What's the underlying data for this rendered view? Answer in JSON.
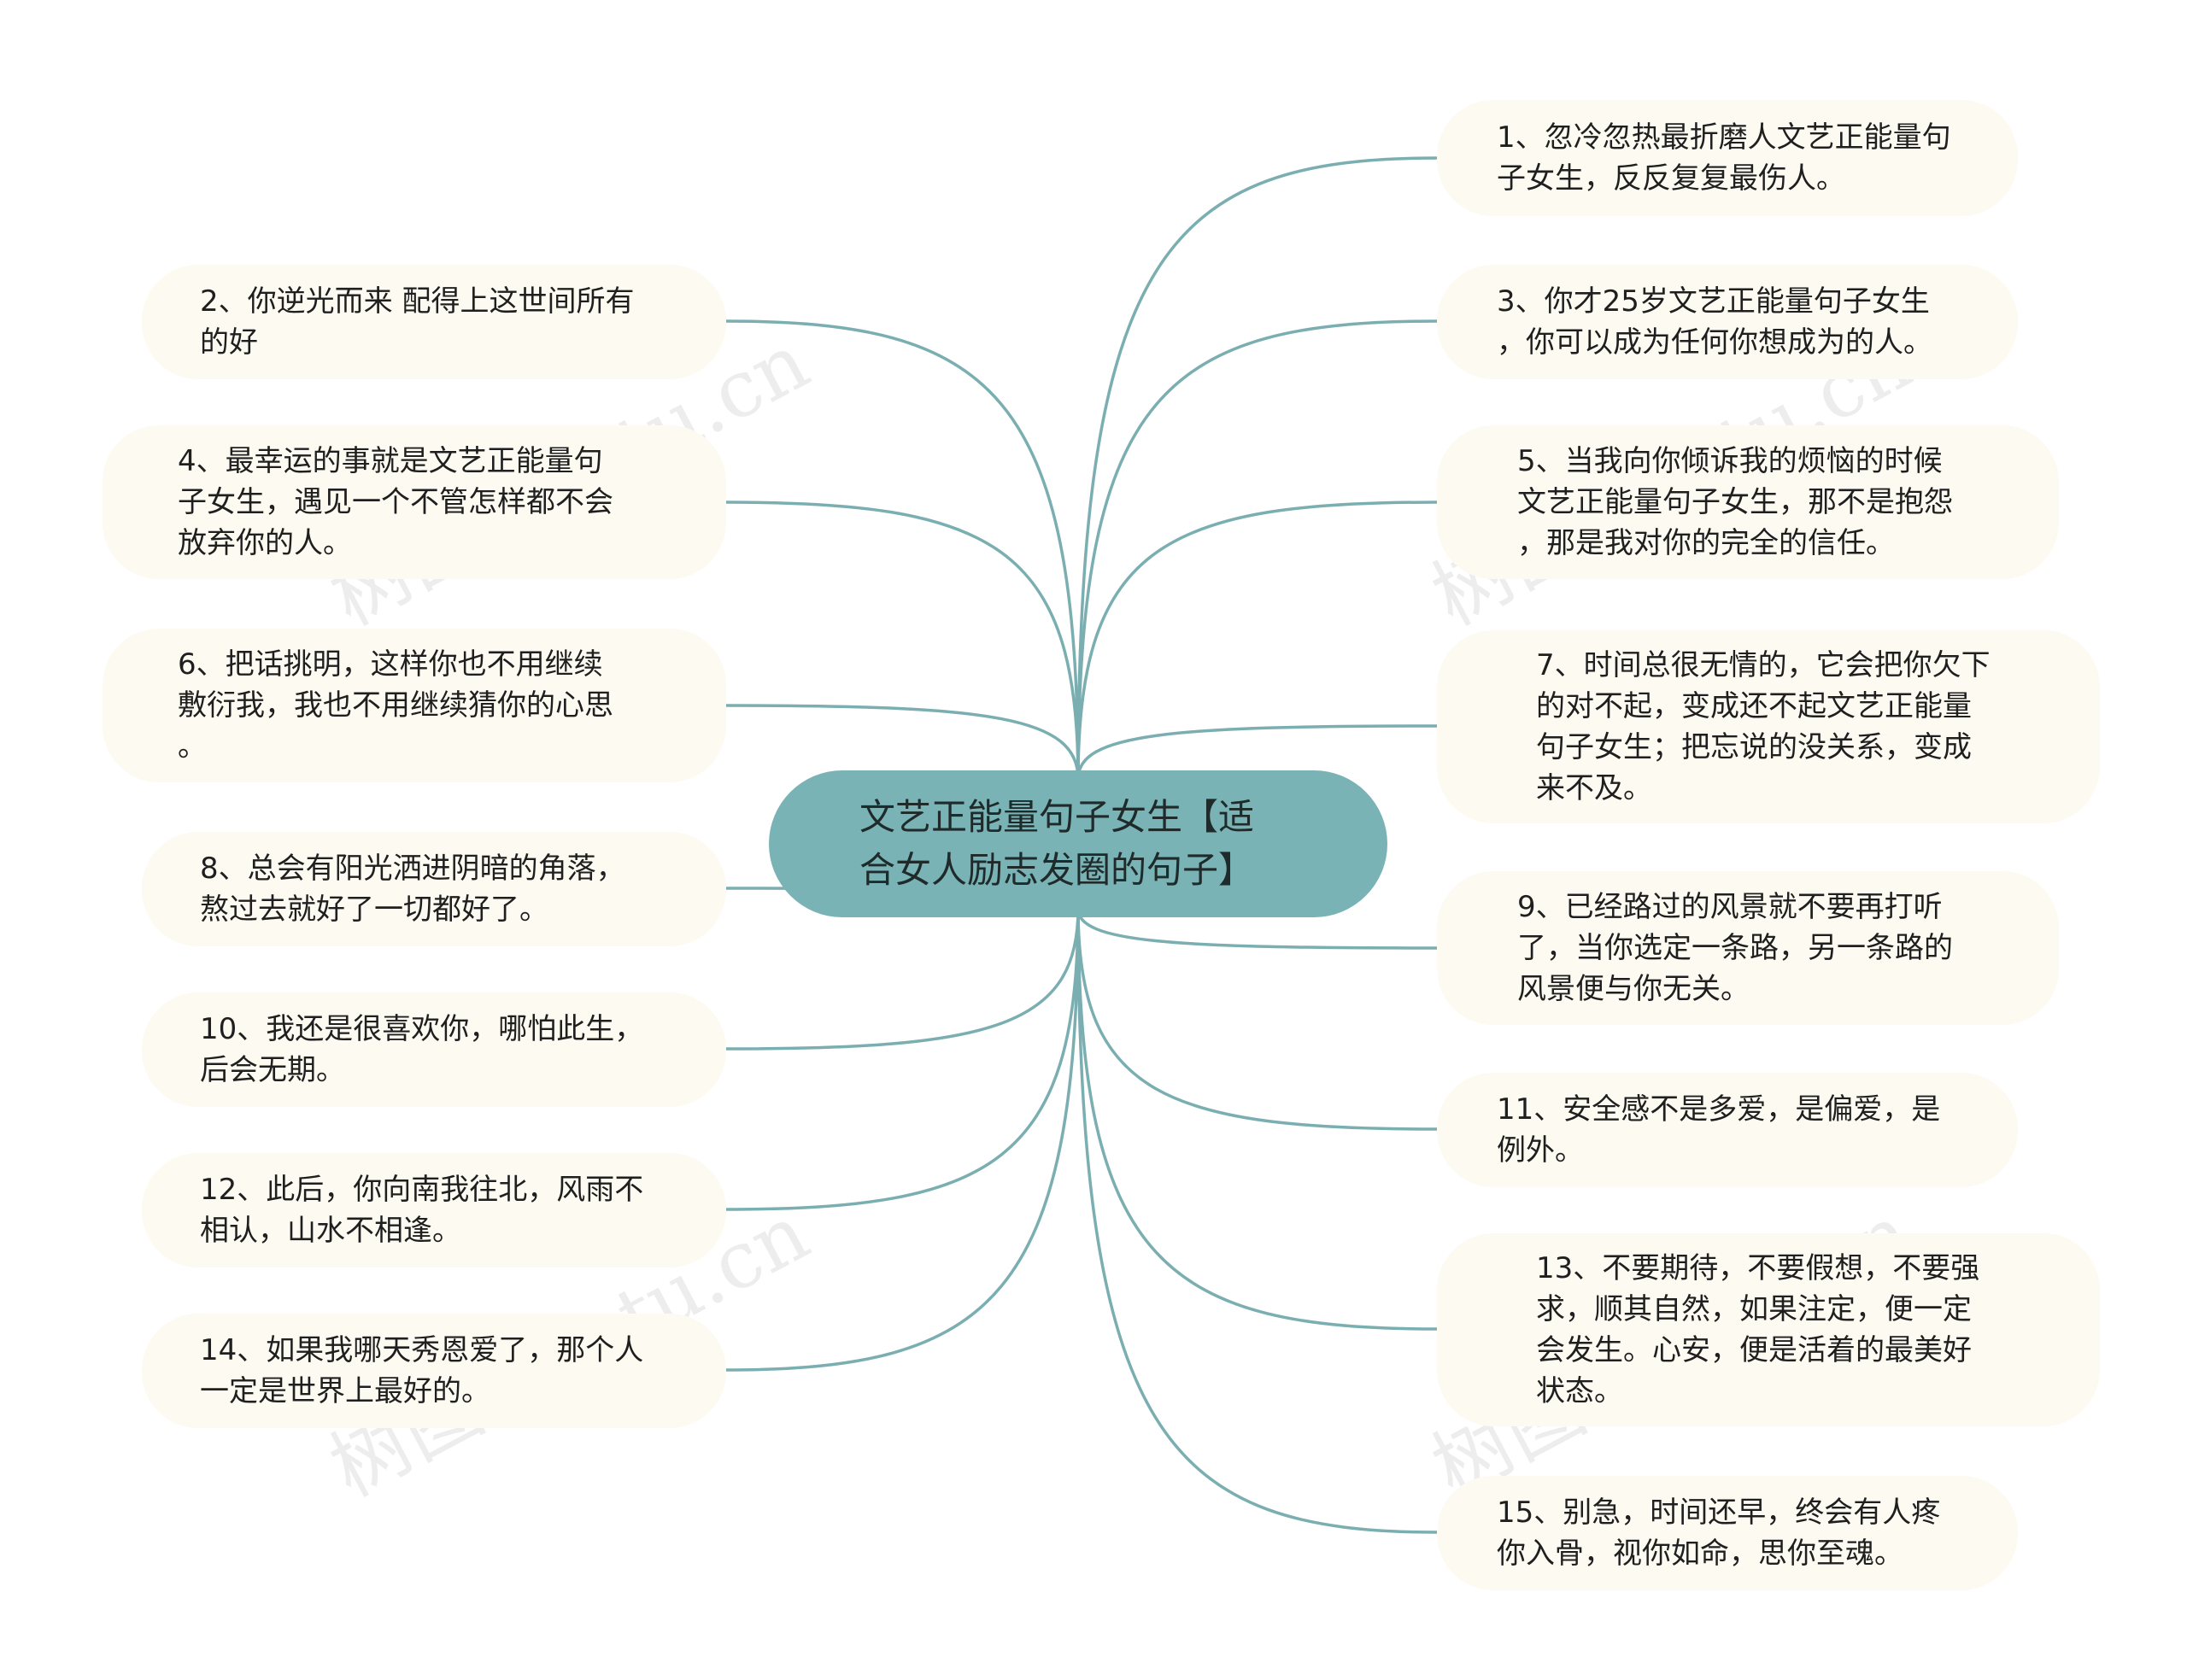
{
  "colors": {
    "background": "#ffffff",
    "center_fill": "#7ab3b5",
    "node_fill": "#fdfaf1",
    "link_stroke": "#7aaeb0",
    "text": "#1f1f1f"
  },
  "center": {
    "label": "文艺正能量句子女生【适\n合女人励志发圈的句子】"
  },
  "nodes": [
    {
      "id": 1,
      "text": "1、忽冷忽热最折磨人文艺正能量句\n子女生，反反复复最伤人。"
    },
    {
      "id": 2,
      "text": "2、你逆光而来 配得上这世间所有\n的好"
    },
    {
      "id": 3,
      "text": "3、你才25岁文艺正能量句子女生\n，你可以成为任何你想成为的人。"
    },
    {
      "id": 4,
      "text": "4、最幸运的事就是文艺正能量句\n子女生，遇见一个不管怎样都不会\n放弃你的人。"
    },
    {
      "id": 5,
      "text": "5、当我向你倾诉我的烦恼的时候\n文艺正能量句子女生，那不是抱怨\n，那是我对你的完全的信任。"
    },
    {
      "id": 6,
      "text": "6、把话挑明，这样你也不用继续\n敷衍我，我也不用继续猜你的心思\n。"
    },
    {
      "id": 7,
      "text": "7、时间总很无情的，它会把你欠下\n的对不起，变成还不起文艺正能量\n句子女生；把忘说的没关系，变成\n来不及。"
    },
    {
      "id": 8,
      "text": "8、总会有阳光洒进阴暗的角落，\n熬过去就好了一切都好了。"
    },
    {
      "id": 9,
      "text": "9、已经路过的风景就不要再打听\n了，当你选定一条路，另一条路的\n风景便与你无关。"
    },
    {
      "id": 10,
      "text": "10、我还是很喜欢你，哪怕此生，\n后会无期。"
    },
    {
      "id": 11,
      "text": "11、安全感不是多爱，是偏爱，是\n例外。"
    },
    {
      "id": 12,
      "text": "12、此后，你向南我往北，风雨不\n相认，山水不相逢。"
    },
    {
      "id": 13,
      "text": "13、不要期待，不要假想，不要强\n求，顺其自然，如果注定，便一定\n会发生。心安，便是活着的最美好\n状态。"
    },
    {
      "id": 14,
      "text": "14、如果我哪天秀恩爱了，那个人\n一定是世界上最好的。"
    },
    {
      "id": 15,
      "text": "15、别急，时间还早，终会有人疼\n你入骨，视你如命，思你至魂。"
    }
  ],
  "watermark": "树图 shutu.cn"
}
